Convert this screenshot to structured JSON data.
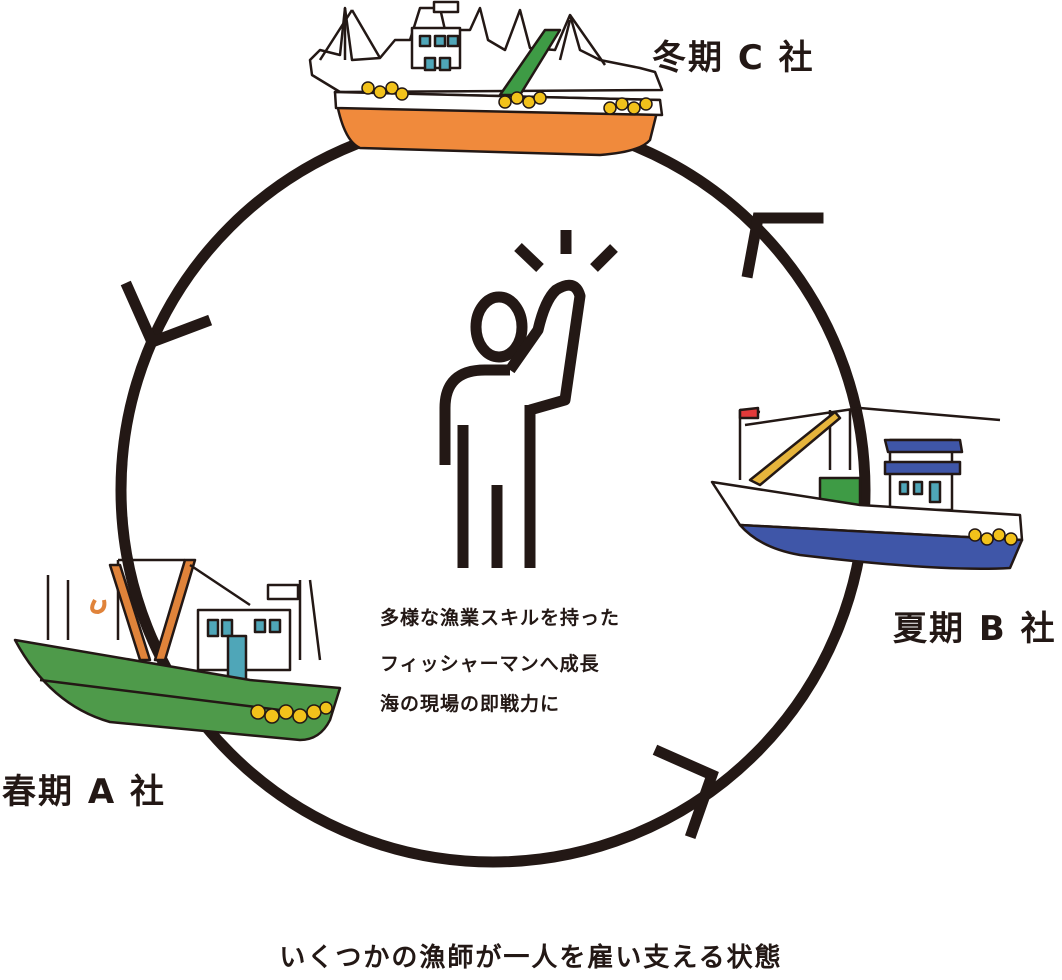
{
  "companies": {
    "winter": "冬期 C 社",
    "summer": "夏期 B 社",
    "spring": "春期 A 社"
  },
  "center_text": {
    "line1": "多様な漁業スキルを持った",
    "line2": "フィッシャーマンへ成長",
    "line3": "海の現場の即戦力に"
  },
  "caption": "いくつかの漁師が一人を雇い支える状態",
  "colors": {
    "stroke": "#231815",
    "winter_hull": "#F08A3C",
    "summer_hull": "#3F56A8",
    "spring_hull": "#4E9A4A",
    "buoy": "#F2C21B",
    "window": "#4FA6B8",
    "boom_green": "#3E9B45",
    "boom_orange": "#E0833A",
    "boom_yellow": "#E6B43C",
    "flag": "#E23A3A"
  }
}
